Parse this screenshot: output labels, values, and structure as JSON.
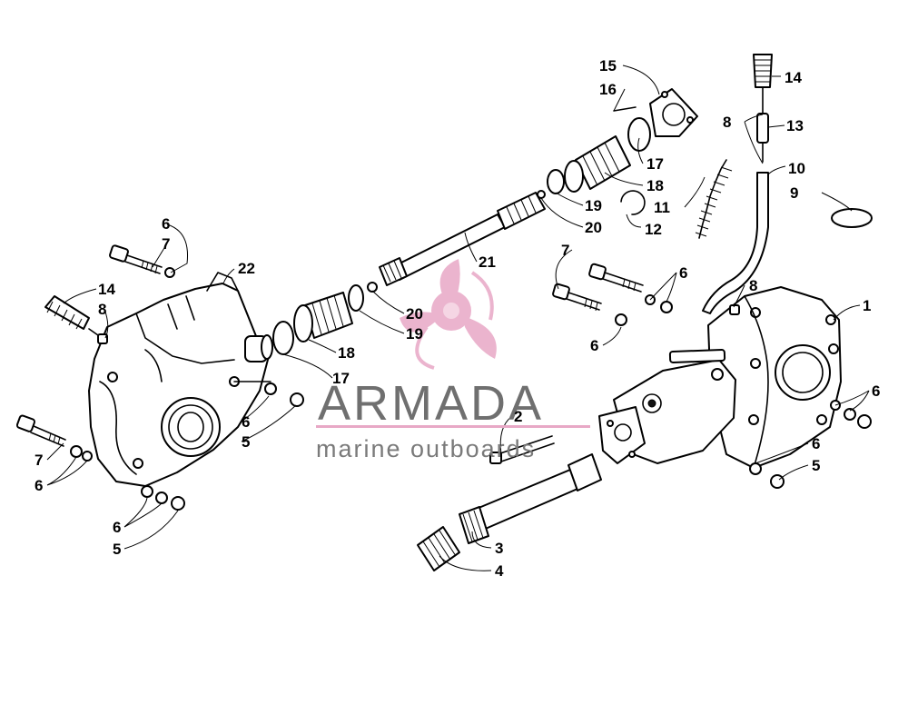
{
  "watermark": {
    "title": "ARMADA",
    "subtitle": "marine outboards",
    "accent_color": "#e8a8c6"
  },
  "callouts": [
    {
      "id": "c1",
      "text": "1"
    },
    {
      "id": "c2",
      "text": "2"
    },
    {
      "id": "c3",
      "text": "3"
    },
    {
      "id": "c4",
      "text": "4"
    },
    {
      "id": "c5a",
      "text": "5"
    },
    {
      "id": "c5b",
      "text": "5"
    },
    {
      "id": "c5c",
      "text": "5"
    },
    {
      "id": "c6a",
      "text": "6"
    },
    {
      "id": "c6b",
      "text": "6"
    },
    {
      "id": "c6c",
      "text": "6"
    },
    {
      "id": "c6d",
      "text": "6"
    },
    {
      "id": "c6e",
      "text": "6"
    },
    {
      "id": "c6f",
      "text": "6"
    },
    {
      "id": "c6g",
      "text": "6"
    },
    {
      "id": "c6h",
      "text": "6"
    },
    {
      "id": "c7a",
      "text": "7"
    },
    {
      "id": "c7b",
      "text": "7"
    },
    {
      "id": "c7c",
      "text": "7"
    },
    {
      "id": "c8a",
      "text": "8"
    },
    {
      "id": "c8b",
      "text": "8"
    },
    {
      "id": "c8c",
      "text": "8"
    },
    {
      "id": "c9",
      "text": "9"
    },
    {
      "id": "c10",
      "text": "10"
    },
    {
      "id": "c11",
      "text": "11"
    },
    {
      "id": "c12",
      "text": "12"
    },
    {
      "id": "c13",
      "text": "13"
    },
    {
      "id": "c14a",
      "text": "14"
    },
    {
      "id": "c14b",
      "text": "14"
    },
    {
      "id": "c15",
      "text": "15"
    },
    {
      "id": "c16",
      "text": "16"
    },
    {
      "id": "c17a",
      "text": "17"
    },
    {
      "id": "c17b",
      "text": "17"
    },
    {
      "id": "c18a",
      "text": "18"
    },
    {
      "id": "c18b",
      "text": "18"
    },
    {
      "id": "c19a",
      "text": "19"
    },
    {
      "id": "c19b",
      "text": "19"
    },
    {
      "id": "c20a",
      "text": "20"
    },
    {
      "id": "c20b",
      "text": "20"
    },
    {
      "id": "c21",
      "text": "21"
    },
    {
      "id": "c22",
      "text": "22"
    }
  ]
}
